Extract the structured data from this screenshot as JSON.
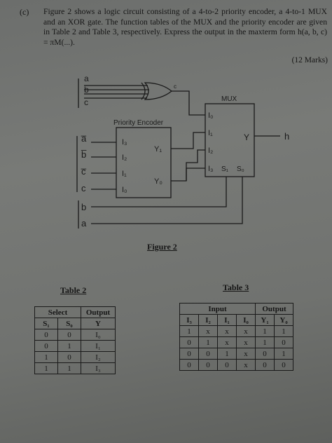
{
  "question": {
    "label": "(c)",
    "text": "Figure 2 shows a logic circuit consisting of a 4-to-2 priority encoder, a 4-to-1 MUX and an XOR gate. The function tables of the MUX and the priority encoder are given in Table 2 and Table 3, respectively. Express the output in the maxterm form h(a, b, c) = πM(...).",
    "marks": "(12 Marks)"
  },
  "figure": {
    "caption": "Figure 2",
    "inputs_top": [
      "a",
      "b",
      "c"
    ],
    "xor_out": "c",
    "mux_title": "MUX",
    "mux_inputs": [
      "I₀",
      "I₁",
      "I₂",
      "I₃"
    ],
    "mux_selects": [
      "S₁",
      "S₀"
    ],
    "mux_output": "Y",
    "output_name": "h",
    "pe_title": "Priority Encoder",
    "pe_inputs": [
      "I₃",
      "I₂",
      "I₁",
      "I₀"
    ],
    "pe_outputs": [
      "Y₁",
      "Y₀"
    ],
    "pe_feed": [
      "a̅",
      "b̅",
      "c̅",
      "c"
    ],
    "bottom_inputs": [
      "b",
      "a"
    ]
  },
  "table2": {
    "caption": "Table 2",
    "group_headers": [
      "Select",
      "Output"
    ],
    "sub_headers": [
      "S₁",
      "S₀",
      "Y"
    ],
    "rows": [
      [
        "0",
        "0",
        "I₀"
      ],
      [
        "0",
        "1",
        "I₁"
      ],
      [
        "1",
        "0",
        "I₂"
      ],
      [
        "1",
        "1",
        "I₃"
      ]
    ]
  },
  "table3": {
    "caption": "Table 3",
    "group_headers": [
      "Input",
      "Output"
    ],
    "sub_headers": [
      "I₃",
      "I₂",
      "I₁",
      "I₀",
      "Y₁",
      "Y₀"
    ],
    "rows": [
      [
        "1",
        "x",
        "x",
        "x",
        "1",
        "1"
      ],
      [
        "0",
        "1",
        "x",
        "x",
        "1",
        "0"
      ],
      [
        "0",
        "0",
        "1",
        "x",
        "0",
        "1"
      ],
      [
        "0",
        "0",
        "0",
        "x",
        "0",
        "0"
      ]
    ]
  }
}
